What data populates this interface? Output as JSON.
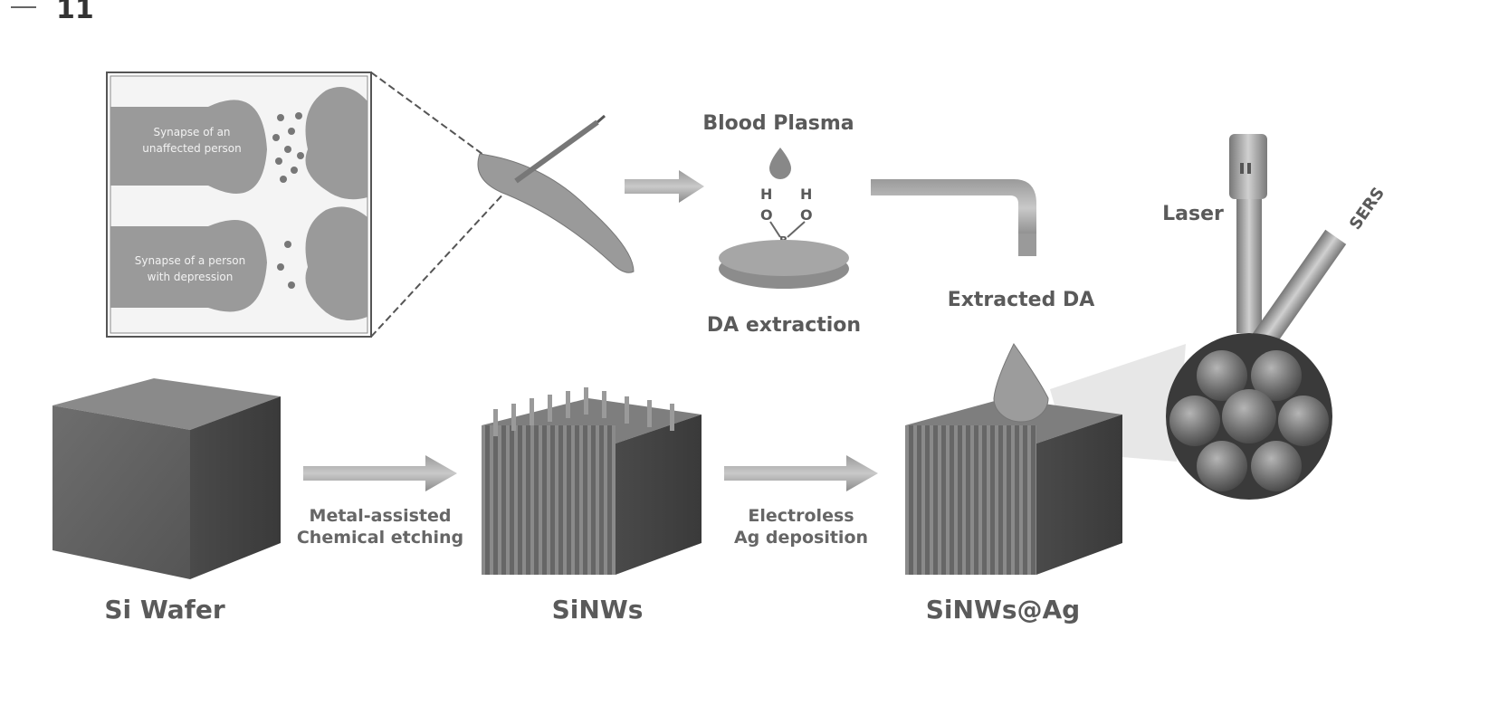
{
  "figure": {
    "fig_label": "11",
    "inset": {
      "synapse_normal": [
        "Synapse of an",
        "unaffected person"
      ],
      "synapse_depressed": [
        "Synapse of a person",
        "with depression"
      ]
    },
    "extraction": {
      "title": "Blood Plasma",
      "atoms": [
        "H",
        "H",
        "O",
        "O",
        "B"
      ],
      "caption": "DA extraction"
    },
    "extracted_label": "Extracted DA",
    "laser_label": "Laser",
    "sers_label": "SERS",
    "steps": {
      "si_wafer": "Si Wafer",
      "etch_step": [
        "Metal-assisted",
        "Chemical etching"
      ],
      "sinws": "SiNWs",
      "deposition_step": [
        "Electroless",
        "Ag deposition"
      ],
      "sinws_ag": "SiNWs@Ag"
    }
  }
}
